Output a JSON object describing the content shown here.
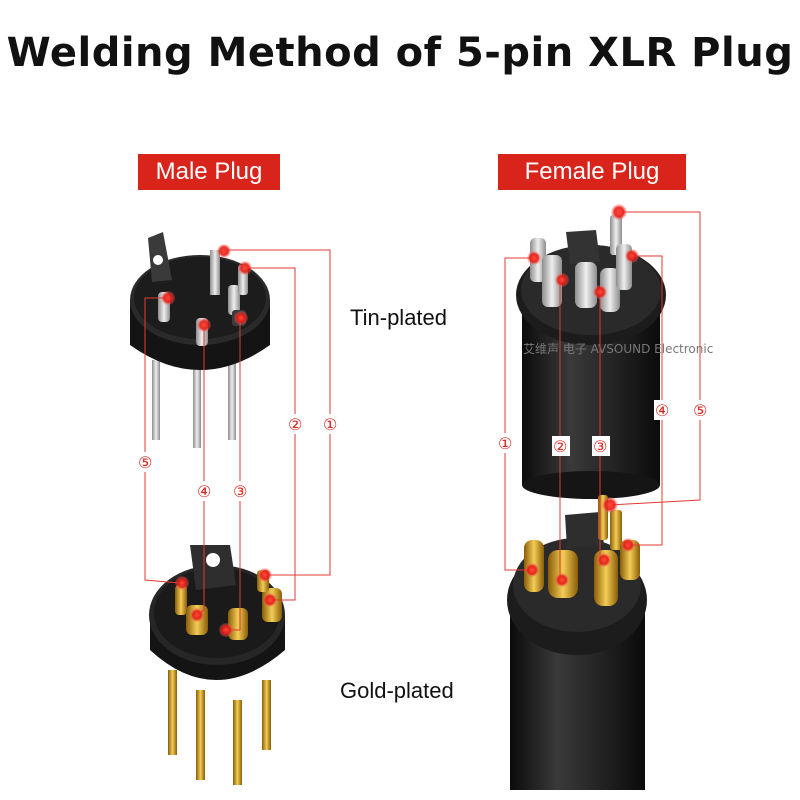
{
  "title": "Welding Method of 5-pin XLR Plug",
  "labels": {
    "male": "Male Plug",
    "female": "Female Plug",
    "tin": "Tin-plated",
    "gold": "Gold-plated"
  },
  "pin_numbers": {
    "p1": "①",
    "p2": "②",
    "p3": "③",
    "p4": "④",
    "p5": "⑤"
  },
  "watermark": "艾维声 电子 AVSOUND Electronic",
  "colors": {
    "accent": "#d9241c",
    "connector": "#1a1a1a",
    "tin": "#c9c9c9",
    "gold": "#d6a21e"
  }
}
